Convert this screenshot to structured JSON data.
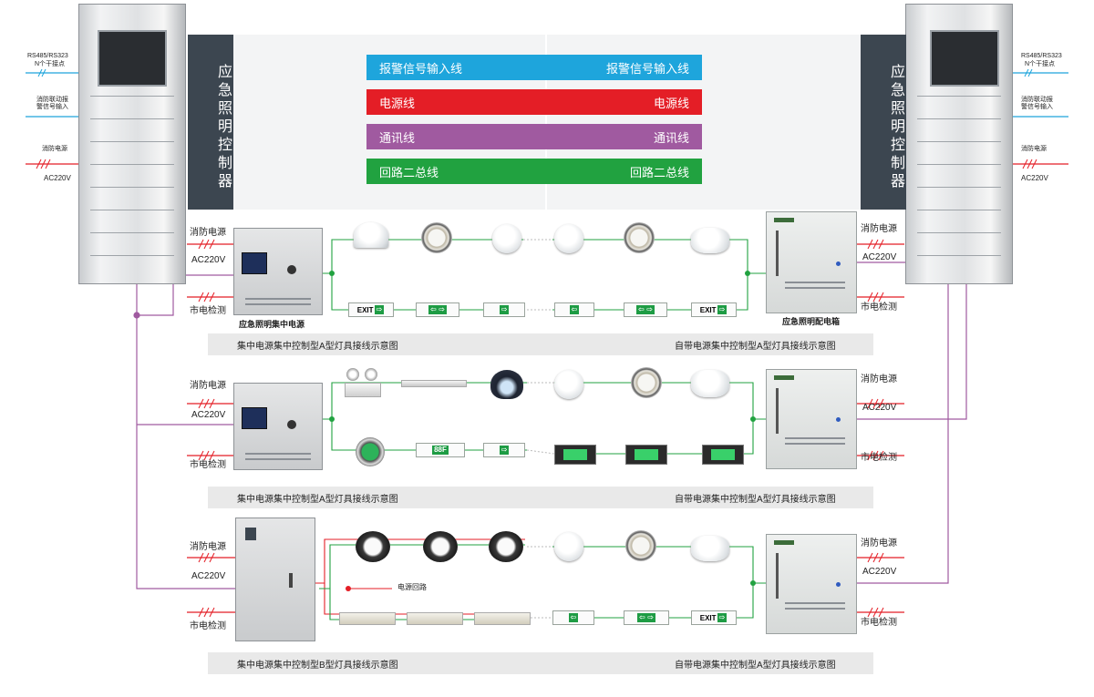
{
  "controller_label": "应急照明控制器",
  "bus_lines": [
    {
      "label": "报警信号输入线",
      "color": "#1ea5dc"
    },
    {
      "label": "电源线",
      "color": "#e41e26"
    },
    {
      "label": "通讯线",
      "color": "#a05aa0"
    },
    {
      "label": "回路二总线",
      "color": "#21a240"
    }
  ],
  "left_cabinet_labels": {
    "rs485": "RS485/RS323",
    "dry_contact": "N个干接点",
    "fire_signal": "消防联动报\n警信号输入",
    "fire_power": "消防电源",
    "ac": "AC220V"
  },
  "right_cabinet_labels": {
    "rs485": "RS485/RS323",
    "dry_contact": "N个干接点",
    "fire_signal": "消防联动报\n警信号输入",
    "fire_power": "消防电源",
    "ac": "AC220V"
  },
  "box_labels": {
    "fire_power": "消防电源",
    "ac": "AC220V",
    "mains_detect": "市电检测"
  },
  "central_power_name": "应急照明集中电源",
  "distribution_box_name": "应急照明配电箱",
  "power_circuit_label": "电源回路",
  "sign_text": {
    "exit": "EXIT",
    "floor": "88F"
  },
  "rows": [
    {
      "left_caption": "集中电源集中控制型A型灯具接线示意图",
      "right_caption": "自带电源集中控制型A型灯具接线示意图"
    },
    {
      "left_caption": "集中电源集中控制型A型灯具接线示意图",
      "right_caption": "自带电源集中控制型A型灯具接线示意图"
    },
    {
      "left_caption": "集中电源集中控制型B型灯具接线示意图",
      "right_caption": "自带电源集中控制型A型灯具接线示意图"
    }
  ],
  "colors": {
    "controller_bg": "#3c4650",
    "green_wire": "#21a240",
    "red_wire": "#e41e26",
    "purple_wire": "#a05aa0",
    "caption_bg": "#e9e9e9"
  }
}
